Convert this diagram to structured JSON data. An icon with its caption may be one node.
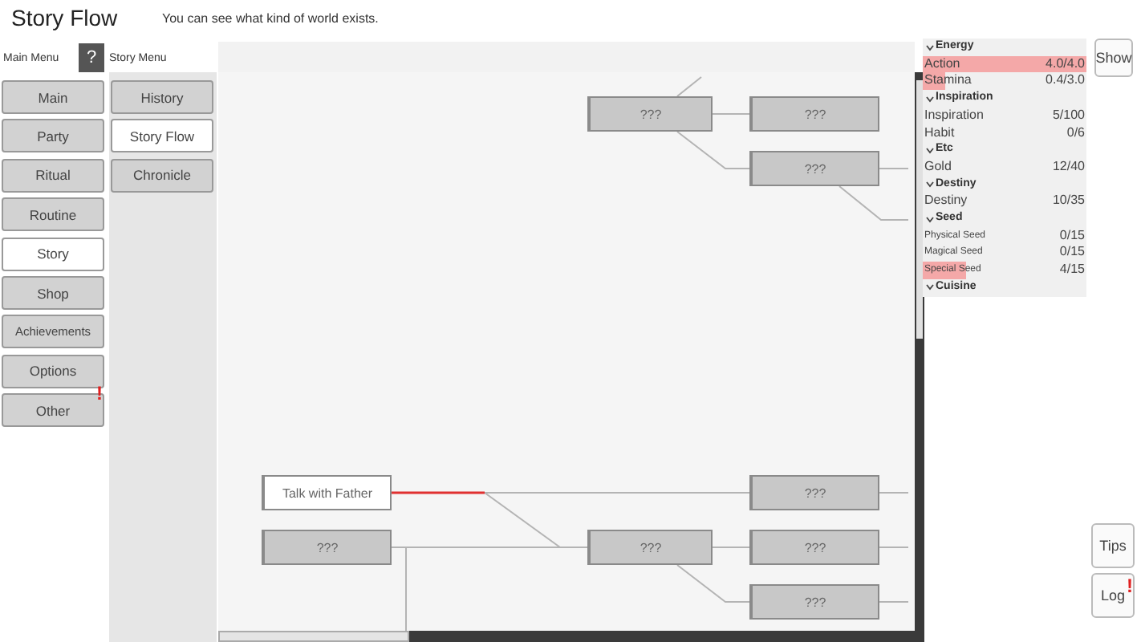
{
  "diagram": {
    "title": "Story Flow",
    "nodes": [
      {
        "text": [
          "???"
        ]
      },
      {
        "text": [
          "???"
        ]
      },
      {
        "text": [
          "???"
        ]
      },
      {
        "text": [
          "Talk with Father"
        ]
      },
      {
        "text": [
          "???"
        ]
      },
      {
        "text": [
          "???"
        ]
      },
      {
        "text": [
          "???"
        ]
      },
      {
        "text": [
          "???"
        ]
      },
      {
        "text": [
          "???"
        ]
      }
    ],
    "edges": [
      {
        "from": null,
        "to": 0,
        "arrow": "none"
      },
      {
        "from": 0,
        "to": 1,
        "arrow": "none"
      },
      {
        "from": 0,
        "to": 2,
        "arrow": "none"
      },
      {
        "from": 2,
        "to": null,
        "arrow": "none"
      },
      {
        "from": 2,
        "to": null,
        "arrow": "none"
      },
      {
        "from": 3,
        "to": 6,
        "arrow": "none"
      },
      {
        "from": 3,
        "to": 5,
        "arrow": "none"
      },
      {
        "from": 6,
        "to": null,
        "arrow": "none"
      },
      {
        "from": 4,
        "to": 5,
        "arrow": "none"
      },
      {
        "from": 4,
        "to": null,
        "arrow": "none"
      },
      {
        "from": 5,
        "to": 7,
        "arrow": "none"
      },
      {
        "from": 5,
        "to": 8,
        "arrow": "none"
      },
      {
        "from": 7,
        "to": null,
        "arrow": "none"
      },
      {
        "from": 8,
        "to": null,
        "arrow": "none"
      }
    ],
    "labels": [
      "You can see what kind of world exists.",
      "Main Menu",
      "?",
      "Story Menu",
      "Main",
      "Party",
      "Ritual",
      "Routine",
      "Story",
      "Shop",
      "Achievements",
      "Options",
      "Other",
      "!",
      "History",
      "Story Flow",
      "Chronicle",
      "Energy",
      "Action",
      "4.0/4.0",
      "Stamina",
      "0.4/3.0",
      "Inspiration",
      "Inspiration",
      "5/100",
      "Habit",
      "0/6",
      "Etc",
      "Gold",
      "12/40",
      "Destiny",
      "Destiny",
      "10/35",
      "Seed",
      "Physical Seed",
      "0/15",
      "Magical Seed",
      "0/15",
      "Special Seed",
      "4/15",
      "Cuisine",
      "Show",
      "Tips",
      "Log",
      "!"
    ]
  }
}
